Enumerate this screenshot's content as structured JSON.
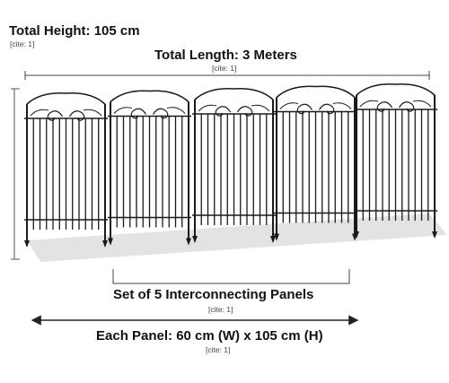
{
  "labels": {
    "total_height": "Total Height: 105 cm",
    "total_height_cite": "[cite: 1]",
    "total_length": "Total Length: 3 Meters",
    "total_length_cite": "[cite: 1]",
    "panel_set": "Set of 5 Interconnecting Panels",
    "panel_set_cite": "[cite: 1]",
    "panel_size": "Each Panel: 60 cm (W) x 105 cm (H)",
    "panel_size_cite": "[cite: 1]"
  },
  "fence": {
    "panel_count": 5,
    "color": "#1a1a1a",
    "shadow_color": "#d4d4d4"
  }
}
